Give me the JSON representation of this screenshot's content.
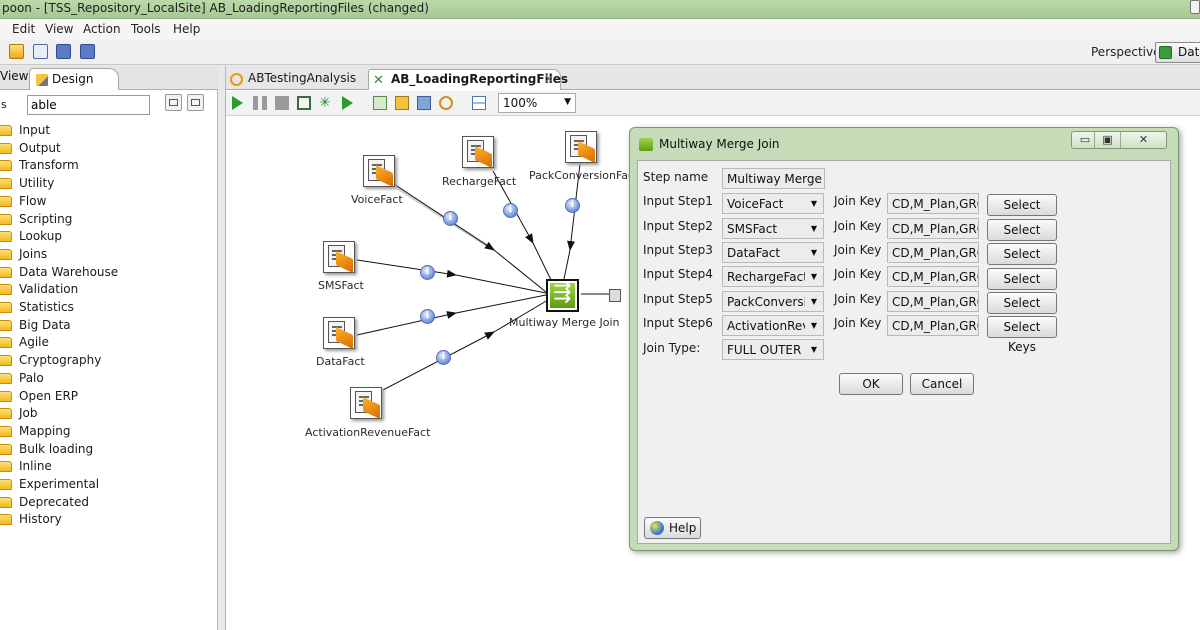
{
  "window": {
    "title": "poon - [TSS_Repository_LocalSite] AB_LoadingReportingFiles (changed)"
  },
  "menu": [
    "Edit",
    "View",
    "Action",
    "Tools",
    "Help"
  ],
  "perspective": {
    "label": "Perspective:",
    "value": "Data"
  },
  "left_panel": {
    "tab_view": "View",
    "tab_design": "Design",
    "search_label": "s",
    "search_value": "able",
    "categories": [
      "Input",
      "Output",
      "Transform",
      "Utility",
      "Flow",
      "Scripting",
      "Lookup",
      "Joins",
      "Data Warehouse",
      "Validation",
      "Statistics",
      "Big Data",
      "Agile",
      "Cryptography",
      "Palo",
      "Open ERP",
      "Job",
      "Mapping",
      "Bulk loading",
      "Inline",
      "Experimental",
      "Deprecated",
      "History"
    ]
  },
  "editor": {
    "tabs": [
      {
        "label": "ABTestingAnalysis",
        "active": false
      },
      {
        "label": "AB_LoadingReportingFiles",
        "active": true,
        "close": "✕"
      }
    ],
    "zoom": "100%"
  },
  "canvas": {
    "steps": {
      "voice": "VoiceFact",
      "recharge": "RechargeFact",
      "pack": "PackConversionFact",
      "sms": "SMSFact",
      "data": "DataFact",
      "activation": "ActivationRevenueFact",
      "merge": "Multiway Merge Join"
    },
    "info_glyph": "i"
  },
  "dialog": {
    "title": "Multiway Merge Join",
    "step_name_label": "Step name",
    "step_name_value": "Multiway Merge Jo",
    "rows": [
      {
        "label": "Input Step1",
        "step": "VoiceFact",
        "key_label": "Join Key",
        "key": "CD,M_Plan,GRO",
        "button": "Select Keys"
      },
      {
        "label": "Input Step2",
        "step": "SMSFact",
        "key_label": "Join Key",
        "key": "CD,M_Plan,GRO",
        "button": "Select Keys"
      },
      {
        "label": "Input Step3",
        "step": "DataFact",
        "key_label": "Join Key",
        "key": "CD,M_Plan,GRO",
        "button": "Select Keys"
      },
      {
        "label": "Input Step4",
        "step": "RechargeFact",
        "key_label": "Join Key",
        "key": "CD,M_Plan,GRO",
        "button": "Select Keys"
      },
      {
        "label": "Input Step5",
        "step": "PackConversion",
        "key_label": "Join Key",
        "key": "CD,M_Plan,GRO",
        "button": "Select Keys"
      },
      {
        "label": "Input Step6",
        "step": "ActivationRever",
        "key_label": "Join Key",
        "key": "CD,M_Plan,GRO",
        "button": "Select Keys"
      }
    ],
    "join_type_label": "Join Type:",
    "join_type_value": "FULL OUTER",
    "ok": "OK",
    "cancel": "Cancel",
    "help": "Help"
  }
}
